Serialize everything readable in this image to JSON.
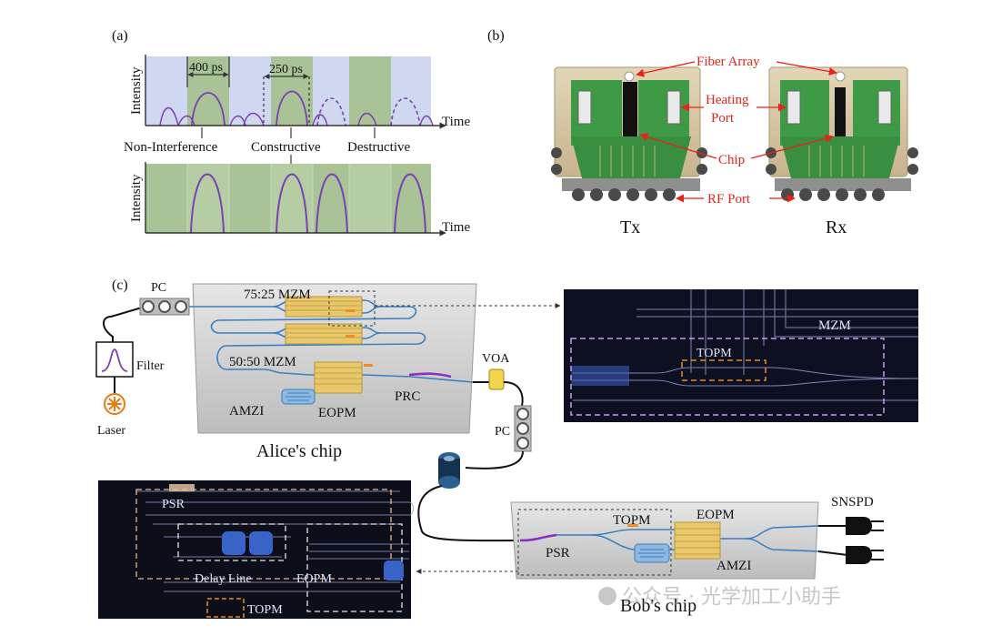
{
  "panel_a": {
    "tag": "(a)",
    "top_plot": {
      "ylabel": "Intensity",
      "xlabel": "Time",
      "delay_label": "400 ps",
      "width_label": "250 ps",
      "cases": [
        "Non-Interference",
        "Constructive",
        "Destructive"
      ]
    },
    "bottom_plot": {
      "ylabel": "Intensity",
      "xlabel": "Time"
    },
    "colors": {
      "slot_blue": "#cfd8f0",
      "slot_green": "#a9c296",
      "pulse": "#7a3fb3"
    }
  },
  "panel_b": {
    "tag": "(b)",
    "labels": {
      "fiber_array": "Fiber Array",
      "heating_port": "Heating Port",
      "chip": "Chip",
      "rf_port": "RF Port",
      "tx": "Tx",
      "rx": "Rx"
    }
  },
  "panel_c": {
    "tag": "(c)",
    "alice": {
      "title": "Alice's chip",
      "labels": {
        "pc_in": "PC",
        "filter": "Filter",
        "laser": "Laser",
        "mzm_7525": "75:25 MZM",
        "mzm_5050": "50:50 MZM",
        "amzi": "AMZI",
        "eopm": "EOPM",
        "prc": "PRC",
        "voa": "VOA",
        "pc_out": "PC"
      }
    },
    "micrograph_right": {
      "labels": {
        "mzm": "MZM",
        "topm": "TOPM"
      }
    },
    "micrograph_left": {
      "labels": {
        "psr": "PSR",
        "delay_line": "Delay Line",
        "eopm": "EOPM",
        "topm": "TOPM"
      }
    },
    "bob": {
      "title": "Bob's chip",
      "labels": {
        "psr": "PSR",
        "topm": "TOPM",
        "eopm": "EOPM",
        "amzi": "AMZI",
        "snspd": "SNSPD"
      }
    }
  },
  "watermark": "公众号 · 光学加工小助手"
}
